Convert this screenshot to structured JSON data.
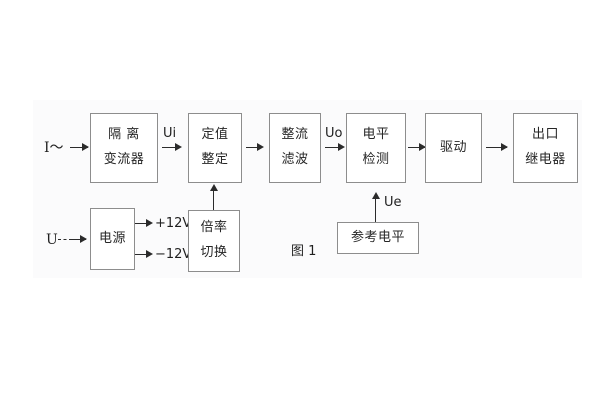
{
  "figure": {
    "caption": "图 1",
    "background_color": "#fbfbfc",
    "box_border_color": "#8d8d8d",
    "line_color": "#2b2b2b",
    "text_color": "#1f1f1f"
  },
  "blocks": [
    {
      "id": "isolation-transformer",
      "lines": [
        "隔 离",
        "变流器"
      ]
    },
    {
      "id": "setting-value",
      "lines": [
        "定值",
        "整定"
      ]
    },
    {
      "id": "rectify-filter",
      "lines": [
        "整流",
        "滤波"
      ]
    },
    {
      "id": "level-detection",
      "lines": [
        "电平",
        "检测"
      ]
    },
    {
      "id": "drive",
      "lines": [
        "驱动"
      ]
    },
    {
      "id": "output-relay",
      "lines": [
        "出口",
        "继电器"
      ]
    },
    {
      "id": "power-supply",
      "lines": [
        "电源"
      ]
    },
    {
      "id": "multiplier-switch",
      "lines": [
        "倍率",
        "切换"
      ]
    },
    {
      "id": "reference-level",
      "lines": [
        "参考电平"
      ]
    }
  ],
  "labels": {
    "current_input": "I～",
    "voltage_input": "U",
    "ui": "Ui",
    "uo": "Uo",
    "ue": "Ue",
    "plus_12v": "+12V",
    "minus_12v": "−12V"
  }
}
